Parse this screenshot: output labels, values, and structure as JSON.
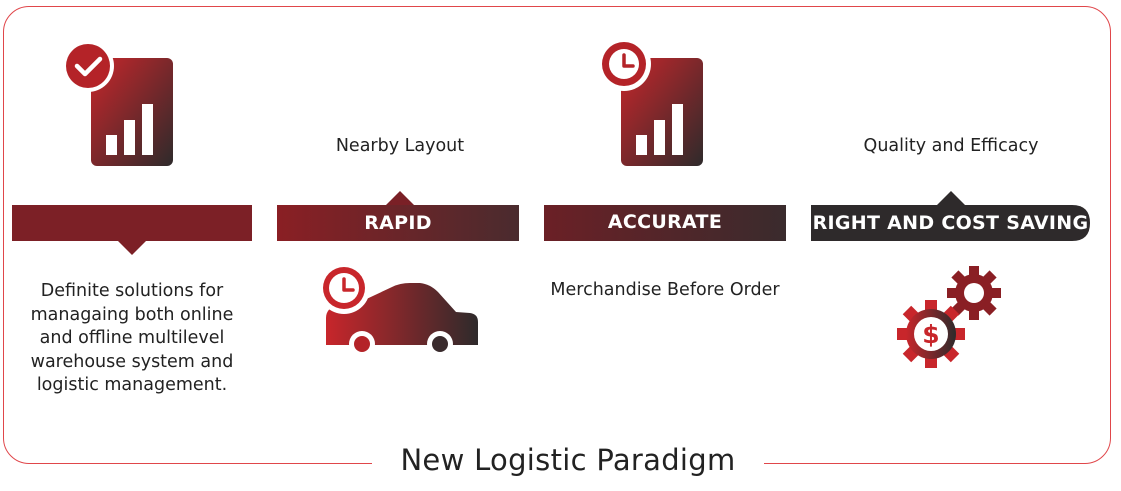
{
  "colors": {
    "accent_red": "#c8262b",
    "dark_maroon": "#2e2a2b",
    "frame_red": "#e0464a"
  },
  "footer": {
    "title": "New Logistic Paradigm"
  },
  "columns": [
    {
      "banner": "",
      "description": "Definite solutions for managaing both online and offline multilevel warehouse system and logistic management.",
      "icon": "report-check-icon"
    },
    {
      "banner": "RAPID",
      "caption": "Nearby Layout",
      "icon": "delivery-car-clock-icon"
    },
    {
      "banner": "ACCURATE",
      "caption": "Merchandise Before Order",
      "icon": "report-clock-icon"
    },
    {
      "banner": "RIGHT AND COST SAVING",
      "caption": "Quality and Efficacy",
      "icon": "gears-dollar-icon"
    }
  ]
}
